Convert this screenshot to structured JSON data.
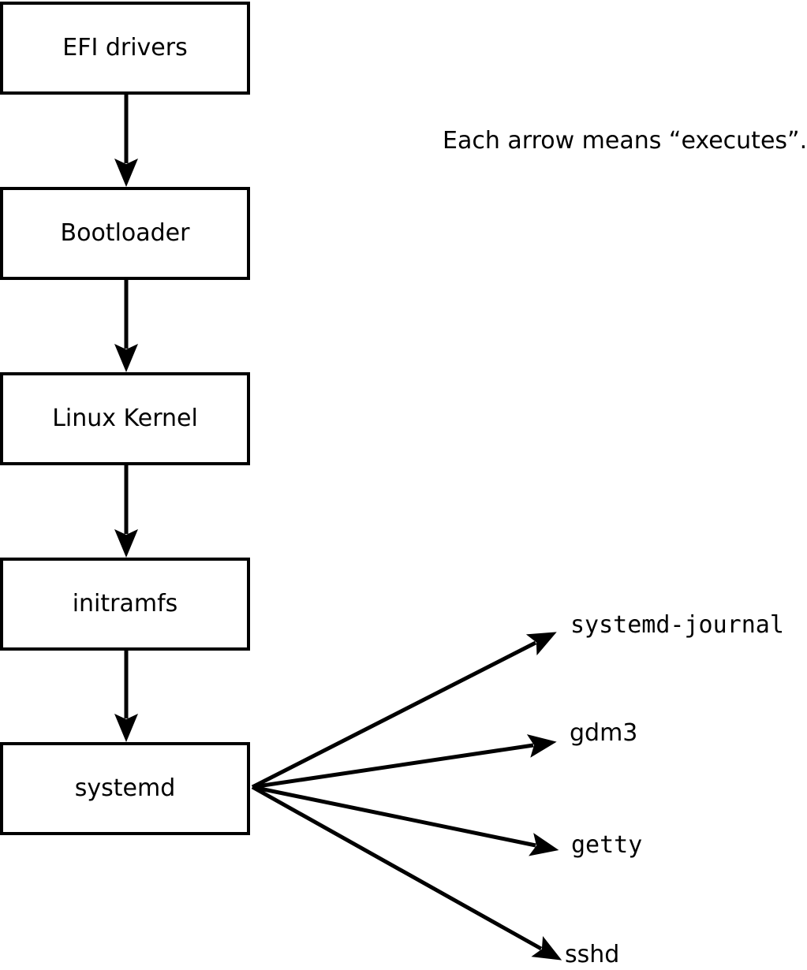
{
  "diagram": {
    "annotation": "Each arrow means “executes”.",
    "chain": [
      {
        "label": "EFI drivers"
      },
      {
        "label": "Bootloader"
      },
      {
        "label": "Linux Kernel"
      },
      {
        "label": "initramfs"
      },
      {
        "label": "systemd"
      }
    ],
    "spawned": [
      {
        "label": "systemd-journal"
      },
      {
        "label": "gdm3"
      },
      {
        "label": "getty"
      },
      {
        "label": "sshd"
      }
    ],
    "arrow_meaning": "executes",
    "colors": {
      "stroke": "#000000",
      "box_fill": "#ffffff",
      "text": "#000000",
      "background": "#ffffff"
    }
  }
}
